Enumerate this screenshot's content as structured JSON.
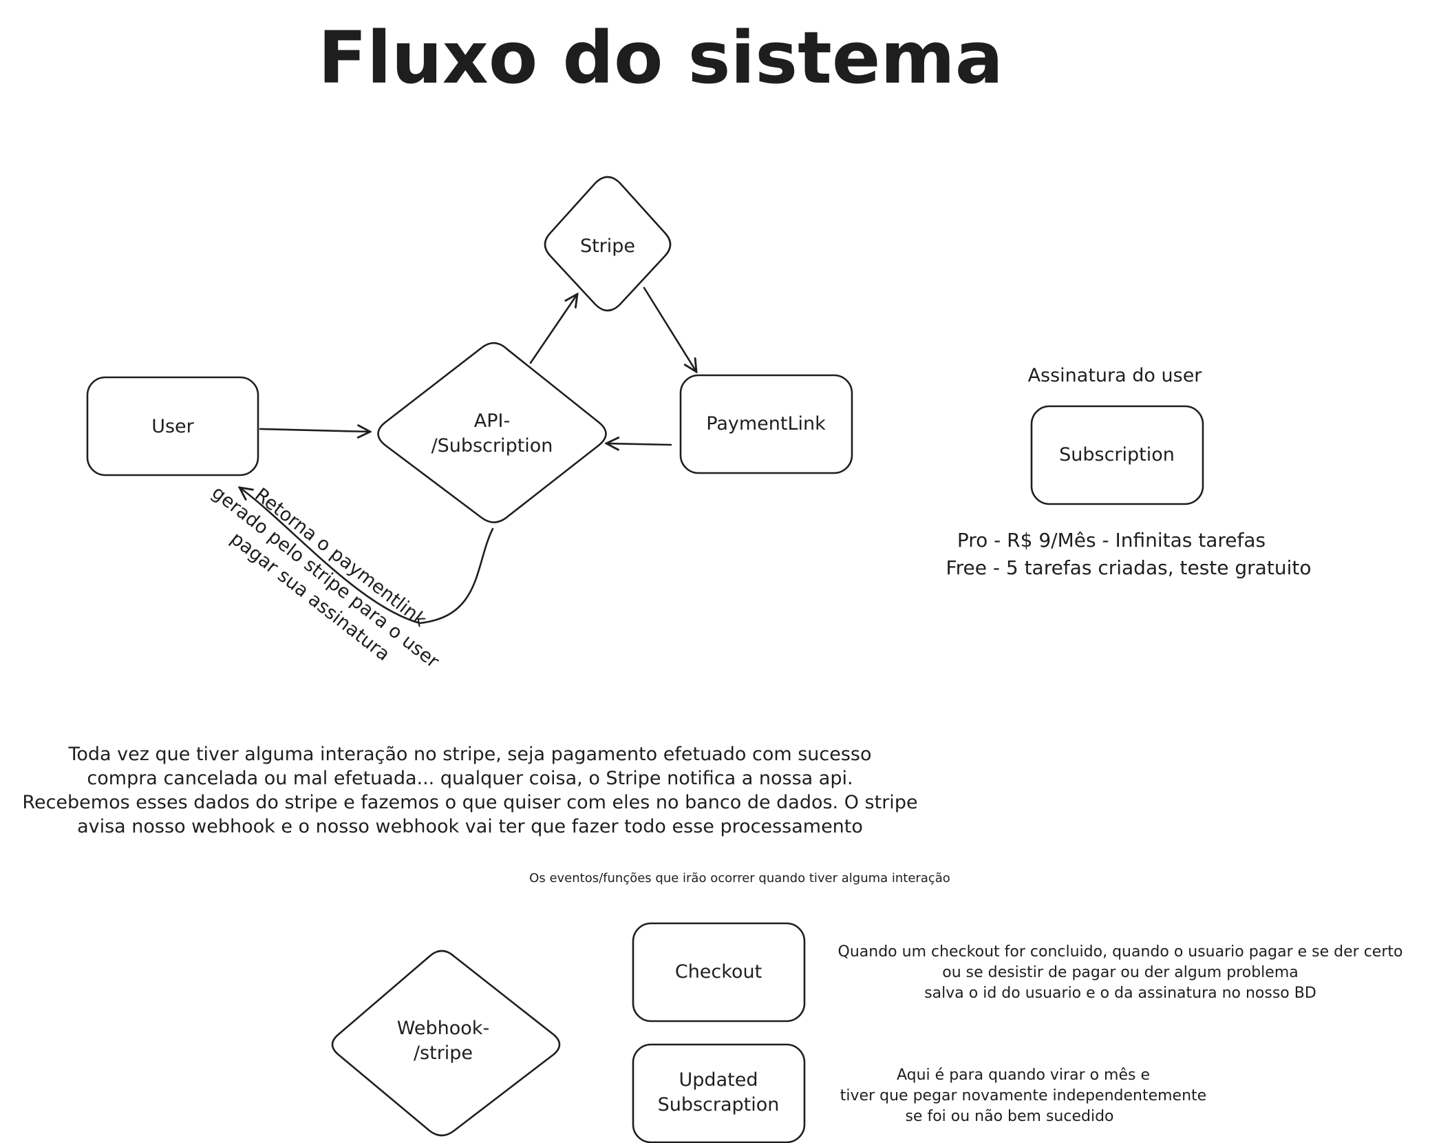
{
  "title": "Fluxo do sistema",
  "nodes": {
    "stripe": "Stripe",
    "user": "User",
    "api_line1": "API-",
    "api_line2": "/Subscription",
    "payment_link": "PaymentLink",
    "subscription": "Subscription",
    "webhook_line1": "Webhook-",
    "webhook_line2": "/stripe",
    "checkout": "Checkout",
    "updated_line1": "Updated",
    "updated_line2": "Subscraption"
  },
  "subscription_section": {
    "heading": "Assinatura do user",
    "plans": [
      "Pro - R$ 9/Mês - Infinitas tarefas",
      "Free - 5 tarefas criadas, teste gratuito"
    ]
  },
  "return_note": [
    "Retorna o paymentlink",
    "gerado pelo stripe para o user",
    "pagar sua assinatura"
  ],
  "explanation": [
    "Toda vez que tiver alguma interação no stripe, seja pagamento efetuado com sucesso",
    "compra cancelada ou mal efetuada... qualquer coisa, o Stripe notifica a nossa api.",
    "Recebemos esses dados do stripe e fazemos o que quiser com eles no banco de dados. O stripe",
    "avisa nosso webhook e  o nosso webhook vai ter que fazer todo esse processamento"
  ],
  "events_caption": "Os eventos/funções que irão ocorrer quando tiver alguma interação",
  "checkout_note": [
    "Quando um checkout for concluido, quando o usuario pagar e se der certo",
    "ou se desistir de pagar ou der algum problema",
    "salva o id do usuario e o da assinatura no nosso BD"
  ],
  "updated_note": [
    "Aqui é para quando virar o mês e",
    "tiver que pegar novamente independentemente",
    "se foi ou não bem sucedido"
  ]
}
